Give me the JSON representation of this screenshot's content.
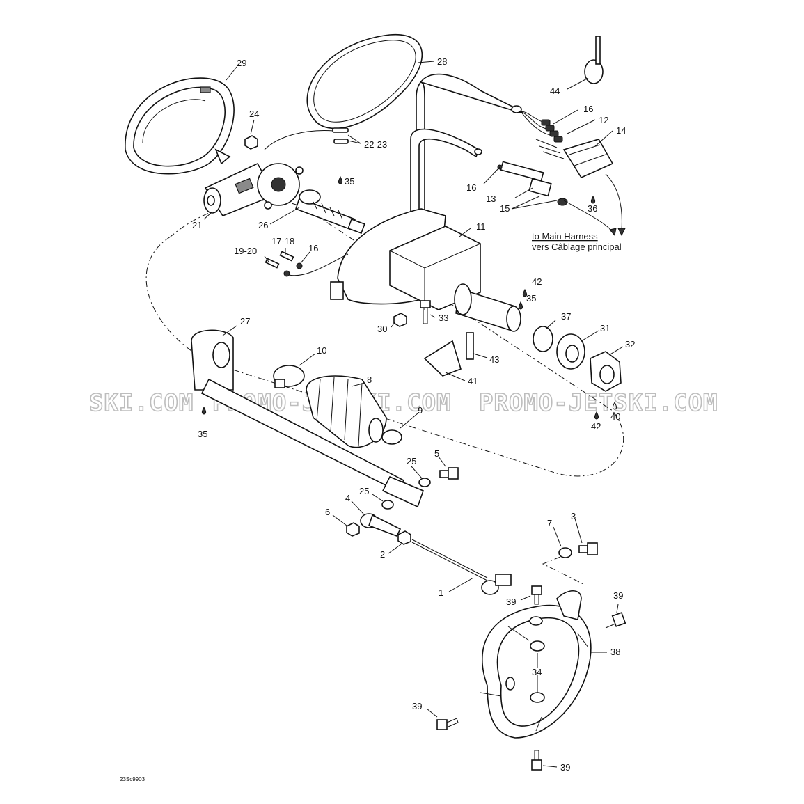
{
  "diagram_code": "23Sc9903",
  "harness_note": {
    "line1": "to Main Harness",
    "line2": "vers Câblage principal"
  },
  "watermark": {
    "left": "SKI.COM",
    "middle": "PROMO-JETSKI.COM",
    "right": "PROMO-JETSKI.COM"
  },
  "callouts": {
    "c29": "29",
    "c28": "28",
    "c44": "44",
    "c24": "24",
    "c2223": "22-23",
    "c16a": "16",
    "c12": "12",
    "c14": "14",
    "c35a": "35",
    "c21": "21",
    "c26": "26",
    "c16b": "16",
    "c13": "13",
    "c15": "15",
    "c36": "36",
    "c11": "11",
    "c1920": "19-20",
    "c1718": "17-18",
    "c16c": "16",
    "c42a": "42",
    "c35b": "35",
    "c37": "37",
    "c31": "31",
    "c32": "32",
    "c30": "30",
    "c33": "33",
    "c27": "27",
    "c10": "10",
    "c43": "43",
    "c8": "8",
    "c41": "41",
    "c35c": "35",
    "c9": "9",
    "c42b": "42",
    "c40": "40",
    "c25a": "25",
    "c5": "5",
    "c25b": "25",
    "c4": "4",
    "c6": "6",
    "c2": "2",
    "c7": "7",
    "c3": "3",
    "c1": "1",
    "c39a": "39",
    "c39b": "39",
    "c38": "38",
    "c34": "34",
    "c39c": "39",
    "c39d": "39"
  }
}
